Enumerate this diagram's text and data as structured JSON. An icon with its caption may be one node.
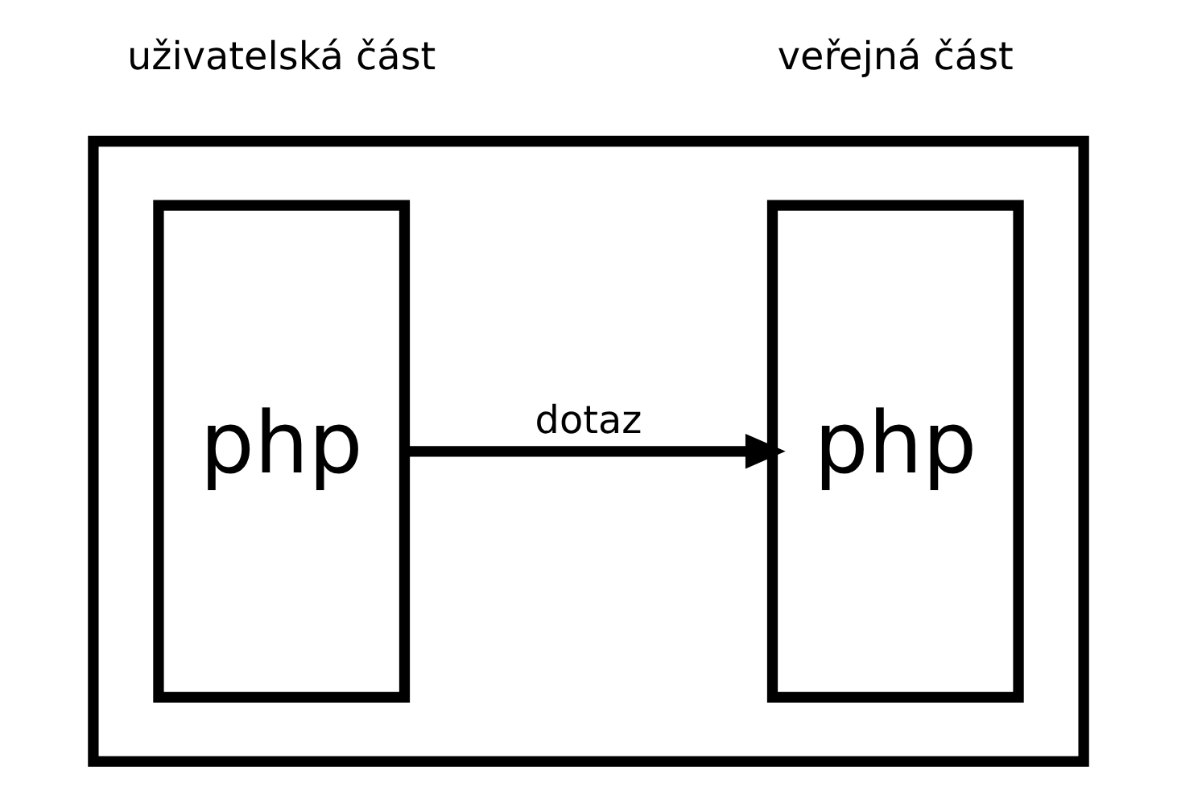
{
  "diagram": {
    "nodes": [
      {
        "text": [],
        "shape": "box"
      },
      {
        "text": [
          "php"
        ],
        "in": 0
      },
      {
        "text": [
          "php"
        ],
        "in": 0
      }
    ],
    "edges": [
      {
        "from": 1,
        "to": 2,
        "arrow": "to",
        "label": "dotaz"
      }
    ],
    "labels": [
      "uživatelská část",
      "veřejná část"
    ]
  }
}
